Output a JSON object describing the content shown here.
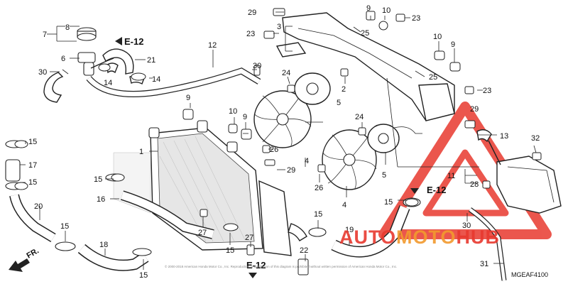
{
  "diagram": {
    "code": "MGEAF4100",
    "fine_print": "© 2000-2018 American Honda Motor Co., Inc. Reproduction or distribution of this diagram is prohibited without written permission of American Honda Motor Co., Inc.",
    "references": [
      "E-12",
      "E-12",
      "E-12"
    ],
    "direction_label": "FR.",
    "callouts": [
      "7",
      "8",
      "6",
      "30",
      "14",
      "14",
      "21",
      "12",
      "30",
      "29",
      "23",
      "3",
      "9",
      "10",
      "23",
      "25",
      "10",
      "9",
      "25",
      "24",
      "2",
      "5",
      "23",
      "9",
      "10",
      "9",
      "26",
      "1",
      "15",
      "17",
      "15",
      "20",
      "15",
      "16",
      "15",
      "18",
      "15",
      "27",
      "15",
      "27",
      "29",
      "4",
      "24",
      "26",
      "5",
      "4",
      "15",
      "22",
      "19",
      "13",
      "29",
      "32",
      "11",
      "28",
      "30",
      "31"
    ]
  },
  "watermark": {
    "text_part1": "AUTO",
    "text_part2": "MOTO",
    "text_part3": "HUB",
    "color_red": "#e8392f",
    "color_orange": "#f29a2e"
  }
}
